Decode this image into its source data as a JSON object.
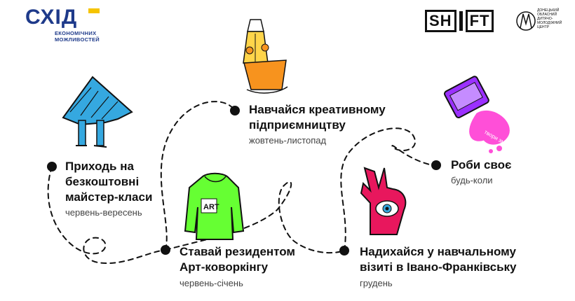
{
  "logos": {
    "skhid": {
      "word": "СХІД",
      "sub_line1": "ЕКОНОМІЧНИХ",
      "sub_line2": "МОЖЛИВОСТЕЙ"
    },
    "shift": {
      "left": "SH",
      "right": "FT"
    },
    "center": {
      "line1": "ДОНЕЦЬКИЙ",
      "line2": "ОБЛАСНИЙ",
      "line3": "ДИТЯЧО-",
      "line4": "МОЛОДІЖНИЙ",
      "line5": "ЦЕНТР"
    }
  },
  "steps": [
    {
      "title_line1": "Приходь на",
      "title_line2": "безкоштовні",
      "title_line3": "майстер-класи",
      "date": "червень-вересень"
    },
    {
      "title_line1": "Ставай резидентом",
      "title_line2": "Арт-коворкінгу",
      "date": "червень-січень"
    },
    {
      "title_line1": "Навчайся креативному",
      "title_line2": "підприємництву",
      "date": "жовтень-листопад"
    },
    {
      "title_line1": "Надихайся у навчальному",
      "title_line2": "візиті в Івано-Франківську",
      "date": "грудень"
    },
    {
      "title_line1": "Роби своє",
      "date": "будь-коли"
    }
  ],
  "illustrations": {
    "sweater_text": "ART",
    "paint_text": "твори змінюй"
  },
  "colors": {
    "logo_blue": "#1e3a8a",
    "logo_yellow": "#f5c400",
    "house_blue": "#35a8e0",
    "sweater_green": "#66ff33",
    "hand_pink": "#e8175d",
    "pot_orange": "#f7931e",
    "pencil_yellow": "#ffd54a",
    "paint_purple": "#9b30ff",
    "splash_pink": "#ff4fd8",
    "ink": "#111111"
  }
}
